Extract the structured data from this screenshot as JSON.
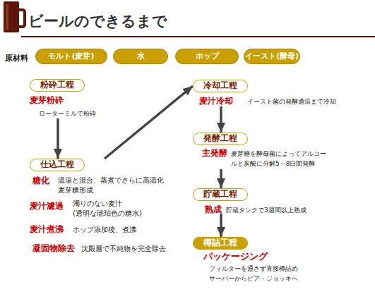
{
  "diagram": {
    "title": "ビールのできるまで",
    "nodes": [
      {
        "text": [
          "モルト(麦芽)"
        ]
      },
      {
        "text": [
          "水"
        ]
      },
      {
        "text": [
          "ホップ"
        ]
      },
      {
        "text": [
          "イースト(酵母)"
        ]
      },
      {
        "text": [
          "粉砕工程",
          "麦芽粉砕",
          "ローターミルで粉砕"
        ]
      },
      {
        "text": [
          "仕込工程",
          "糖化",
          "温湯と混合、蒸煮でさらに高温化 麦芽糖形成",
          "麦汁濾過",
          "濁りのない麦汁 (透明な琥珀色の糖水)",
          "麦汁煮沸",
          "ホップ添加後、煮沸",
          "凝固物除去",
          "沈殿層で不純物を完全除去"
        ]
      },
      {
        "text": [
          "冷却工程",
          "麦汁冷却",
          "イースト菌の発酵適温まで冷却"
        ]
      },
      {
        "text": [
          "発酵工程",
          "主発酵",
          "麦芽糖を酵母菌によってアルコー ルと炭酸に分解5～8日間発酵"
        ]
      },
      {
        "text": [
          "貯蔵工程",
          "熟成",
          "貯蔵タンクで3週間以上熟成"
        ]
      },
      {
        "text": [
          "樽詰工程",
          "パッケージング",
          "フィルターを通さず直接樽詰め サーバーからビア・ジョッキへ"
        ]
      }
    ],
    "edges": [
      {
        "from": 4,
        "to": 5,
        "arrow": "to"
      },
      {
        "from": 5,
        "to": 6,
        "arrow": "to"
      },
      {
        "from": 6,
        "to": 7,
        "arrow": "to"
      },
      {
        "from": 7,
        "to": 8,
        "arrow": "to"
      },
      {
        "from": 8,
        "to": 9,
        "arrow": "to"
      }
    ],
    "labels": [
      "原材料"
    ]
  }
}
